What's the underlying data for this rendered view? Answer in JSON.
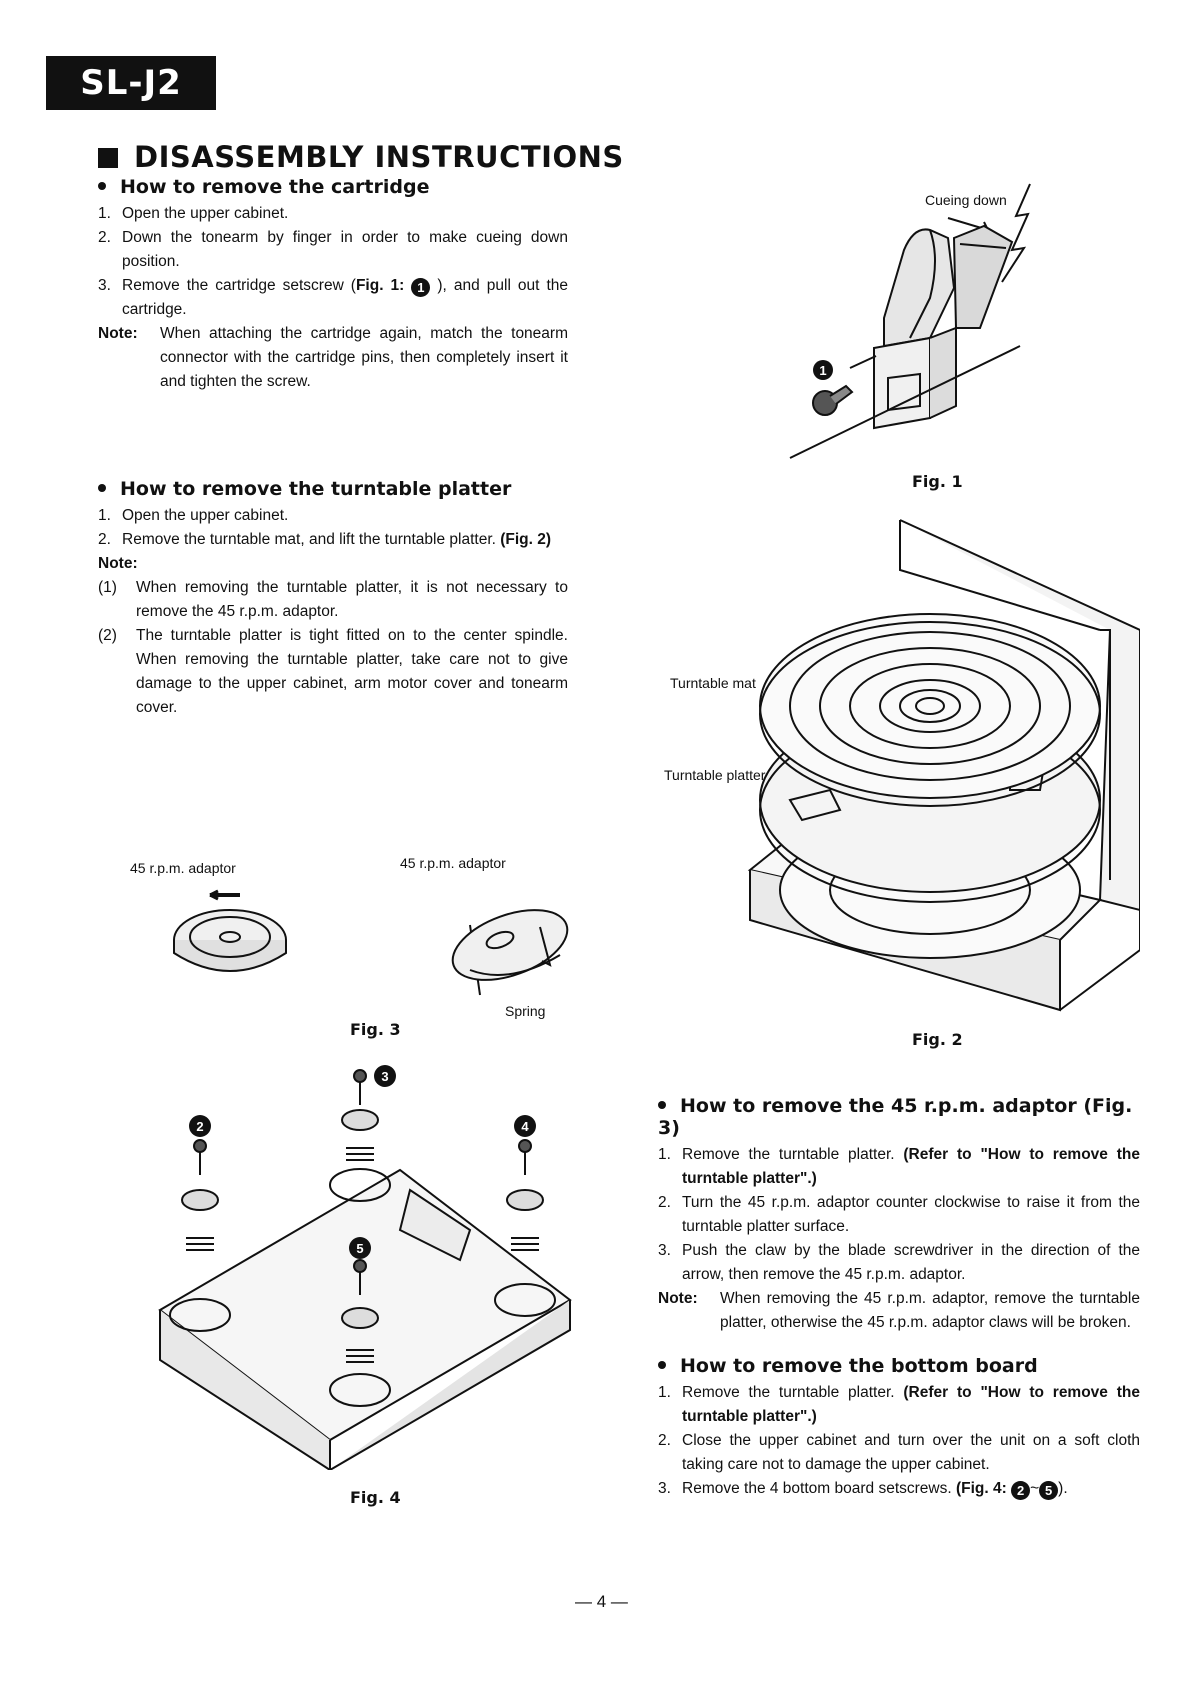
{
  "header": {
    "model": "SL-J2"
  },
  "main_title": "DISASSEMBLY INSTRUCTIONS",
  "sec1": {
    "title": "How to remove the cartridge",
    "steps": [
      "Open the upper cabinet.",
      "Down the tonearm by finger in order to make cueing down position.",
      "Remove the cartridge setscrew (",
      "Fig. 1",
      "), and pull out the cartridge."
    ],
    "note_label": "Note:",
    "note_text": "When attaching the cartridge again, match the tonearm connector with the cartridge pins, then completely insert it and tighten the screw."
  },
  "sec2": {
    "title": "How to remove the turntable platter",
    "step1": "Open the upper cabinet.",
    "step2": "Remove the turntable mat, and lift the turntable platter.",
    "step2_fig": "(Fig. 2)",
    "note_label": "Note:",
    "notes": [
      "When removing the turntable platter, it is not necessary to remove the 45 r.p.m. adaptor.",
      "The turntable platter is tight fitted on to the center spindle. When removing the turntable platter, take care not to give damage to the upper cabinet, arm motor cover and tonearm cover."
    ]
  },
  "sec3": {
    "title": "How to remove the 45 r.p.m. adaptor (Fig. 3)",
    "step1_a": "Remove the turntable platter. ",
    "step1_b": "(Refer to \"How to remove the turntable platter\".)",
    "step2": "Turn the 45 r.p.m. adaptor counter clockwise to raise it from the turntable platter surface.",
    "step3": "Push the claw by the blade screwdriver in the direction of the arrow, then remove the 45 r.p.m. adaptor.",
    "note_label": "Note:",
    "note_text": "When removing the 45 r.p.m. adaptor, remove the turntable platter, otherwise the 45 r.p.m. adaptor claws will be broken."
  },
  "sec4": {
    "title": "How to remove the bottom board",
    "step1_a": "Remove the turntable platter. ",
    "step1_b": "(Refer to \"How to remove the turntable platter\".)",
    "step2": "Close the upper cabinet and turn over the unit on a soft cloth taking care not to damage the upper cabinet.",
    "step3_a": "Remove the 4 bottom board setscrews. ",
    "step3_b": "(Fig. 4:",
    "step3_c": "~",
    "step3_d": ")."
  },
  "markers": {
    "m1": "1",
    "m2": "2",
    "m3": "3",
    "m4": "4",
    "m5": "5"
  },
  "figures": {
    "fig1": {
      "caption": "Fig. 1",
      "label_cueing": "Cueing down"
    },
    "fig2": {
      "caption": "Fig. 2",
      "label_mat": "Turntable mat",
      "label_platter": "Turntable platter"
    },
    "fig3": {
      "caption": "Fig. 3",
      "label_adaptor_left": "45 r.p.m. adaptor",
      "label_adaptor_right": "45 r.p.m. adaptor",
      "label_spring": "Spring"
    },
    "fig4": {
      "caption": "Fig. 4"
    }
  },
  "page_number": "— 4 —"
}
